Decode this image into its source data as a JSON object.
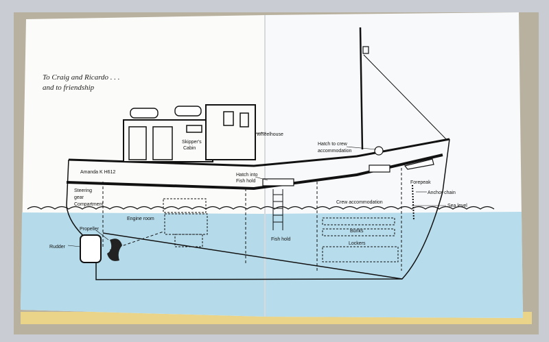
{
  "dedication": {
    "line1": "To Craig and Ricardo . . .",
    "line2": "and to friendship"
  },
  "labels": {
    "wheelhouse": "Wheelhouse",
    "skippers_cabin_1": "Skipper's",
    "skippers_cabin_2": "Cabin",
    "hatch_crew_1": "Hatch to crew",
    "hatch_crew_2": "accommodation",
    "boat_name": "Amanda K H612",
    "hatch_fish_1": "Hatch into",
    "hatch_fish_2": "Fish hold",
    "steering_1": "Steering",
    "steering_2": "gear",
    "steering_3": "Compartment",
    "forepeak": "Forepeak",
    "anchor_chain": "Anchor chain",
    "sea_level": "Sea level",
    "crew_accommodation": "Crew accommodation",
    "engine_room": "Engine room",
    "propeller": "Propeller",
    "rudder": "Rudder",
    "fish_hold": "Fish hold",
    "bunks": "Bunks",
    "lockers": "Lockers"
  },
  "colors": {
    "page": "#fbfbf9",
    "sea": "#b5dbea",
    "ink": "#111111",
    "book_edge": "#c9ccd2"
  }
}
